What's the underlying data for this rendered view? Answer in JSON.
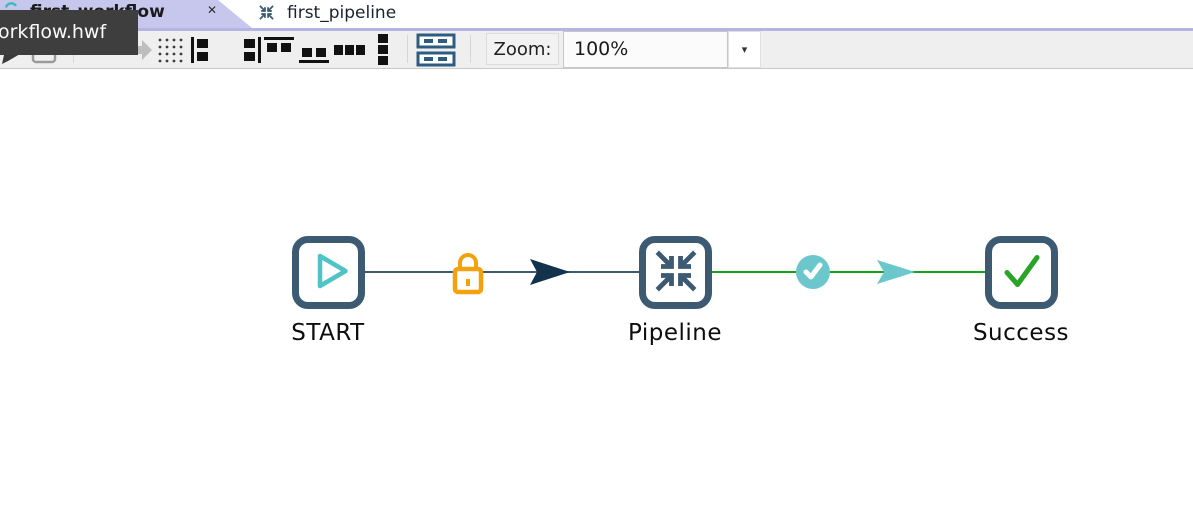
{
  "tabs": [
    {
      "label": "first_workflow",
      "state": "active",
      "close_glyph": "✕",
      "icon": "workflow-icon"
    },
    {
      "label": "first_pipeline",
      "state": "inactive",
      "icon": "pipeline-icon"
    }
  ],
  "tooltip": {
    "text": "orkflow.hwf"
  },
  "toolbar": {
    "zoom_label": "Zoom:",
    "zoom_value": "100%",
    "dropdown_glyph": "▾",
    "icons": [
      "edit-icon",
      "save-icon",
      "minus-icon",
      "paste-icon",
      "snap-to-grid-icon",
      "align-left-icon",
      "align-right-icon",
      "align-top-icon",
      "align-bottom-icon",
      "distribute-horizontal-icon",
      "distribute-vertical-icon",
      "view-output-icon"
    ]
  },
  "canvas": {
    "nodes": [
      {
        "label": "START",
        "icon": "play-icon"
      },
      {
        "label": "Pipeline",
        "icon": "converge-arrows-icon"
      },
      {
        "label": "Success",
        "icon": "check-icon"
      }
    ],
    "connections": [
      {
        "from": "START",
        "to": "Pipeline",
        "line_color": "#3d5a73",
        "marker": "lock-icon",
        "arrow_color": "#14324e"
      },
      {
        "from": "Pipeline",
        "to": "Success",
        "line_color": "#12a412",
        "marker": "check-circle-icon",
        "arrow_color": "#6cc7cc"
      }
    ]
  },
  "colors": {
    "tab_active_bg": "#c7c7ee",
    "tab_underline": "#b5b5e3",
    "toolbar_bg": "#efefef",
    "tooltip_bg": "#3e3e3e",
    "node_border": "#3d5a73",
    "teal_play": "#4fc3c6",
    "green_check": "#28a428",
    "green_line": "#12a412",
    "dark_arrow": "#14324e",
    "lock_orange": "#f2a20f",
    "badge_teal": "#6cc7cc"
  }
}
